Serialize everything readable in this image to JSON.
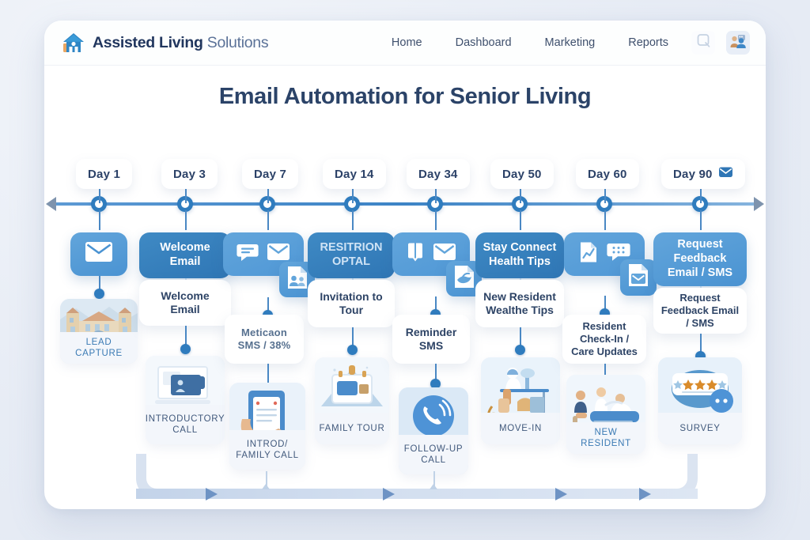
{
  "brand": {
    "bold": "Assisted Living",
    "light": "Solutions",
    "logo_icon": "house-icon"
  },
  "nav": {
    "links": [
      "Home",
      "Dashboard",
      "Marketing",
      "Reports"
    ],
    "search_icon": "search-icon",
    "people_icon": "people-group-icon"
  },
  "page_title": "Email Automation for Senior Living",
  "timeline": {
    "days": [
      {
        "label": "Day 1"
      },
      {
        "label": "Day 3"
      },
      {
        "label": "Day 7"
      },
      {
        "label": "Day 14"
      },
      {
        "label": "Day 34"
      },
      {
        "label": "Day 50"
      },
      {
        "label": "Day 60"
      },
      {
        "label": "Day 90",
        "icon": "envelope-icon"
      }
    ]
  },
  "stages": [
    {
      "day": "Day 1",
      "header": "",
      "header_icons": [
        "envelope-icon"
      ],
      "detail": "",
      "thumb_caption": "LEAD CAPTURE",
      "thumb_art": "senior-living-building"
    },
    {
      "day": "Day 3",
      "header": "Welcome Email",
      "header_icons": [],
      "detail": "Welcome Email",
      "thumb_caption": "INTRODUCTORY CALL",
      "thumb_art": "video-call-laptop"
    },
    {
      "day": "Day 7",
      "header": "",
      "header_icons": [
        "chat-bubble-icon",
        "envelope-icon",
        "people-document-icon"
      ],
      "detail": "Meticaon SMS / 38%",
      "thumb_caption": "INTROD/ FAMILY CALL",
      "thumb_art": "hand-holding-clipboard"
    },
    {
      "day": "Day 14",
      "header": "RESITRION OPTAL",
      "header_icons": [],
      "detail": "Invitation to Tour",
      "thumb_caption": "FAMILY TOUR",
      "thumb_art": "tour-badge-board"
    },
    {
      "day": "Day 34",
      "header": "",
      "header_icons": [
        "book-icon",
        "envelope-icon",
        "hand-document-icon"
      ],
      "detail": "Reminder SMS",
      "thumb_caption": "FOLLOW-UP CALL",
      "thumb_art": "phone-call-circle"
    },
    {
      "day": "Day 50",
      "header": "Stay Connect Health Tips",
      "header_icons": [],
      "detail": "New Resident Wealthe Tips",
      "thumb_caption": "MOVE-IN",
      "thumb_art": "person-at-desk"
    },
    {
      "day": "Day 60",
      "header": "",
      "header_icons": [
        "chart-document-icon",
        "dotted-chat-icon",
        "envelope-document-icon"
      ],
      "detail": "Resident Check-In / Care Updates",
      "thumb_caption": "NEW RESIDENT",
      "thumb_art": "caregiver-with-resident"
    },
    {
      "day": "Day 90",
      "header": "Request Feedback Email / SMS",
      "header_icons": [],
      "detail": "Request Feedback Email / SMS",
      "thumb_caption": "SURVEY",
      "thumb_art": "star-rating-bubble"
    }
  ],
  "colors": {
    "page_bg": "#e7ecf5",
    "card_bg": "#ffffff",
    "title": "#2b4368",
    "primary_blue": "#2f76b5",
    "mid_blue": "#4a93d2",
    "light_blue": "#62a5db",
    "timeline": "#3d84c6",
    "flow_track": "#d3dff0",
    "flow_arrow": "#6e93c4",
    "caption": "#41597c"
  }
}
